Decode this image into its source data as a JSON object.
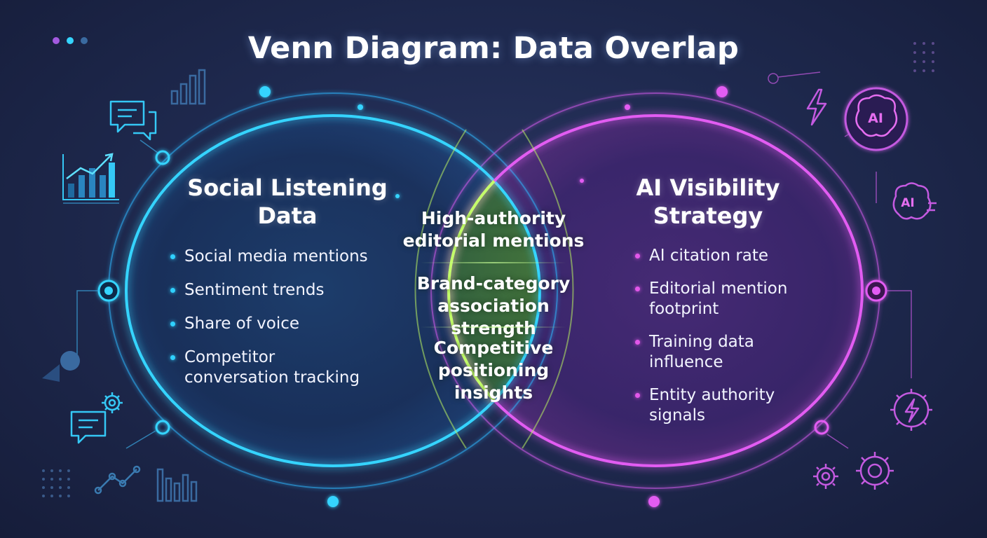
{
  "title": "Venn Diagram: Data Overlap",
  "left_set": {
    "heading_line1": "Social Listening",
    "heading_line2": "Data",
    "color": "#2fd1ff",
    "items": [
      {
        "line1": "Social media mentions"
      },
      {
        "line1": "Sentiment trends"
      },
      {
        "line1": "Share of voice"
      },
      {
        "line1": "Competitor",
        "line2": "conversation tracking"
      }
    ]
  },
  "right_set": {
    "heading_line1": "AI Visibility",
    "heading_line2": "Strategy",
    "color": "#e257ea",
    "items": [
      {
        "line1": "AI citation rate"
      },
      {
        "line1": "Editorial mention",
        "line2": "footprint"
      },
      {
        "line1": "Training data",
        "line2": "influence"
      },
      {
        "line1": "Entity authority",
        "line2": "signals"
      }
    ]
  },
  "overlap": {
    "color": "#b8f060",
    "items": [
      {
        "line1": "High-authority",
        "line2": "editorial mentions"
      },
      {
        "line1": "Brand-category",
        "line2": "association strength"
      },
      {
        "line1": "Competitive",
        "line2": "positioning",
        "line3": "insights"
      }
    ]
  },
  "decor": {
    "ai_badge_text": "AI",
    "icons": [
      "dots-icon",
      "chat-bubbles-icon",
      "bar-chart-icon",
      "trend-chart-icon",
      "message-icon",
      "gear-icon",
      "line-chart-icon",
      "grid-dots-icon",
      "lightning-icon",
      "ai-brain-badge-icon",
      "ai-brain-icon",
      "lightning-gear-icon",
      "gears-icon"
    ]
  }
}
